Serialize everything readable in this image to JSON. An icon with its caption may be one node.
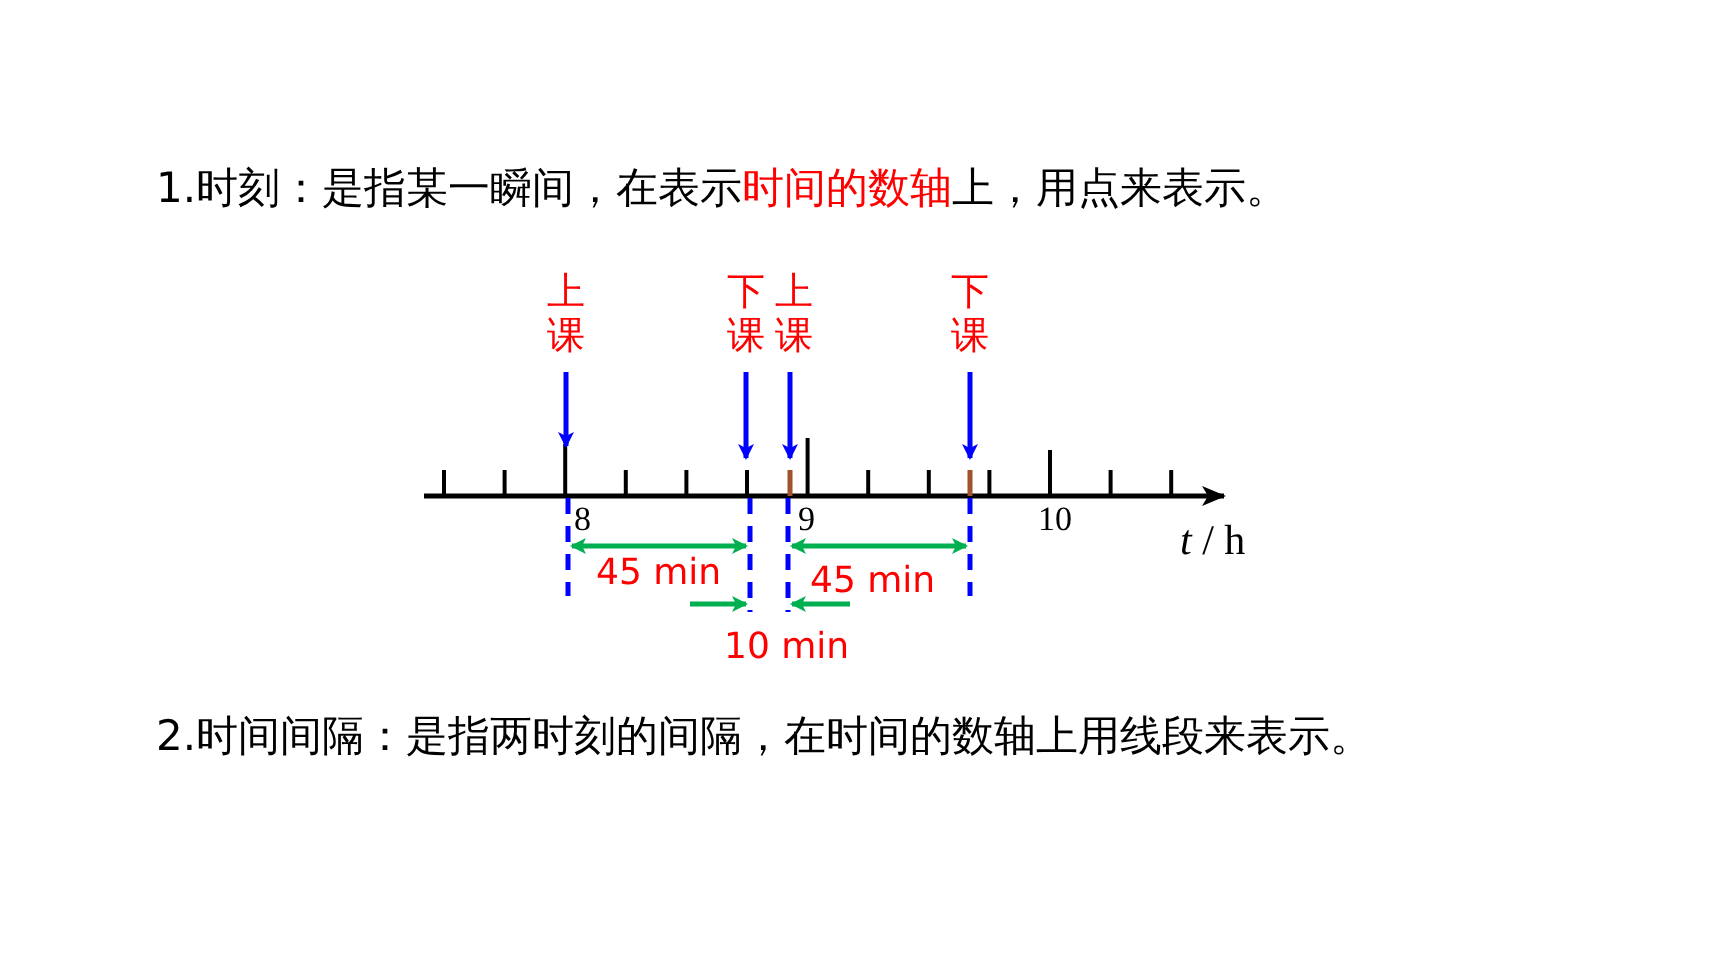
{
  "diagram": {
    "nodes": [
      {
        "text": [
          "上课"
        ]
      },
      {
        "text": [
          "下课"
        ]
      },
      {
        "text": [
          "上课"
        ]
      },
      {
        "text": [
          "下课"
        ]
      }
    ],
    "edges": [
      {
        "from": 0,
        "to": null,
        "arrow": "to"
      },
      {
        "from": 1,
        "to": null,
        "arrow": "to"
      },
      {
        "from": 2,
        "to": null,
        "arrow": "to"
      },
      {
        "from": 3,
        "to": null,
        "arrow": "to"
      }
    ],
    "labels": [
      "1.时刻：是指某一瞬间，在表示**时间的数轴**上，用点来表示。",
      "8",
      "9",
      "10",
      "*t* / h",
      "45 min",
      "45 min",
      "10 min",
      "2.时间间隔：是指两时刻的间隔，在时间的数轴上用线段来表示。"
    ]
  }
}
